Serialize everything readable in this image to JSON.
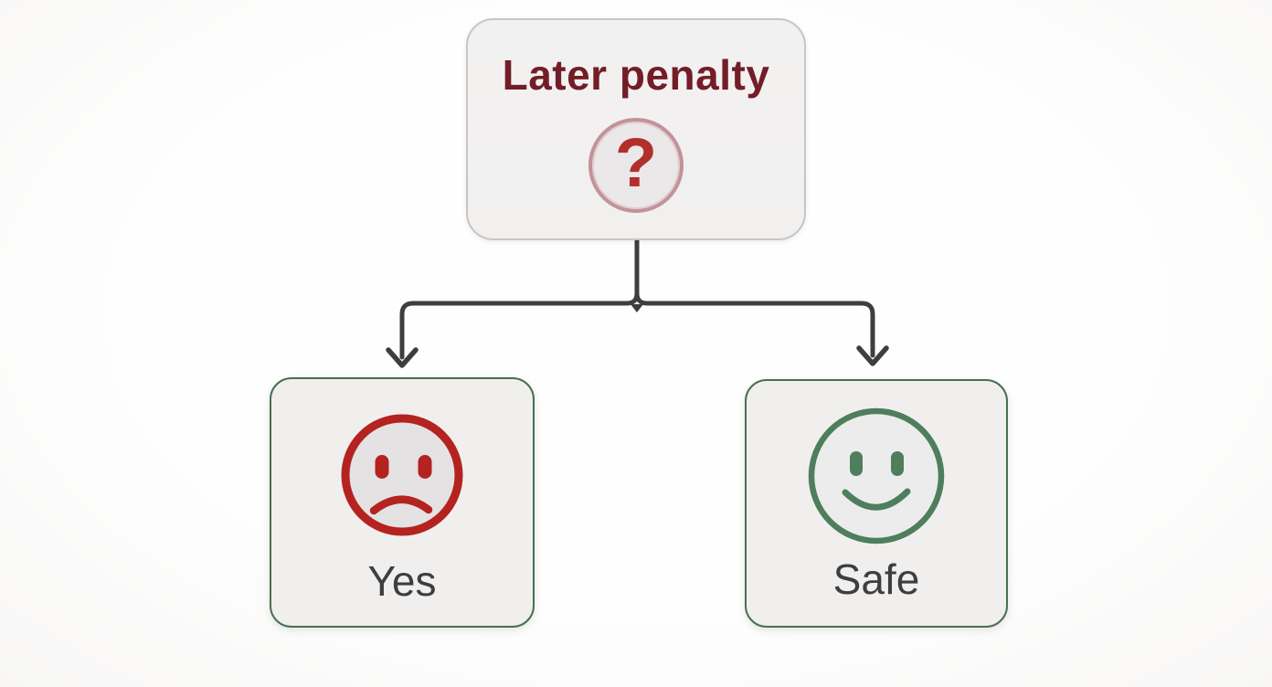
{
  "diagram": {
    "root": {
      "label": "Later penalty",
      "question_glyph": "?"
    },
    "nodes": [
      {
        "id": "yes",
        "label": "Yes",
        "icon": "frown-face-icon"
      },
      {
        "id": "safe",
        "label": "Safe",
        "icon": "smile-face-icon"
      }
    ],
    "colors": {
      "root_label": "#731d28",
      "question_red": "#b22f2c",
      "ring_pink": "#c2929a",
      "connector": "#3e3e3e",
      "negative_red": "#b42320",
      "positive_green": "#4f7e5c",
      "node_border_green": "#4a6f50",
      "leaf_label_gray": "#3d3e40",
      "box_fill": "#f0efee",
      "face_fill_gray": "#e4e2e2",
      "root_box_fill": "#f1f0f0",
      "root_box_border": "#c7c6c5"
    }
  }
}
